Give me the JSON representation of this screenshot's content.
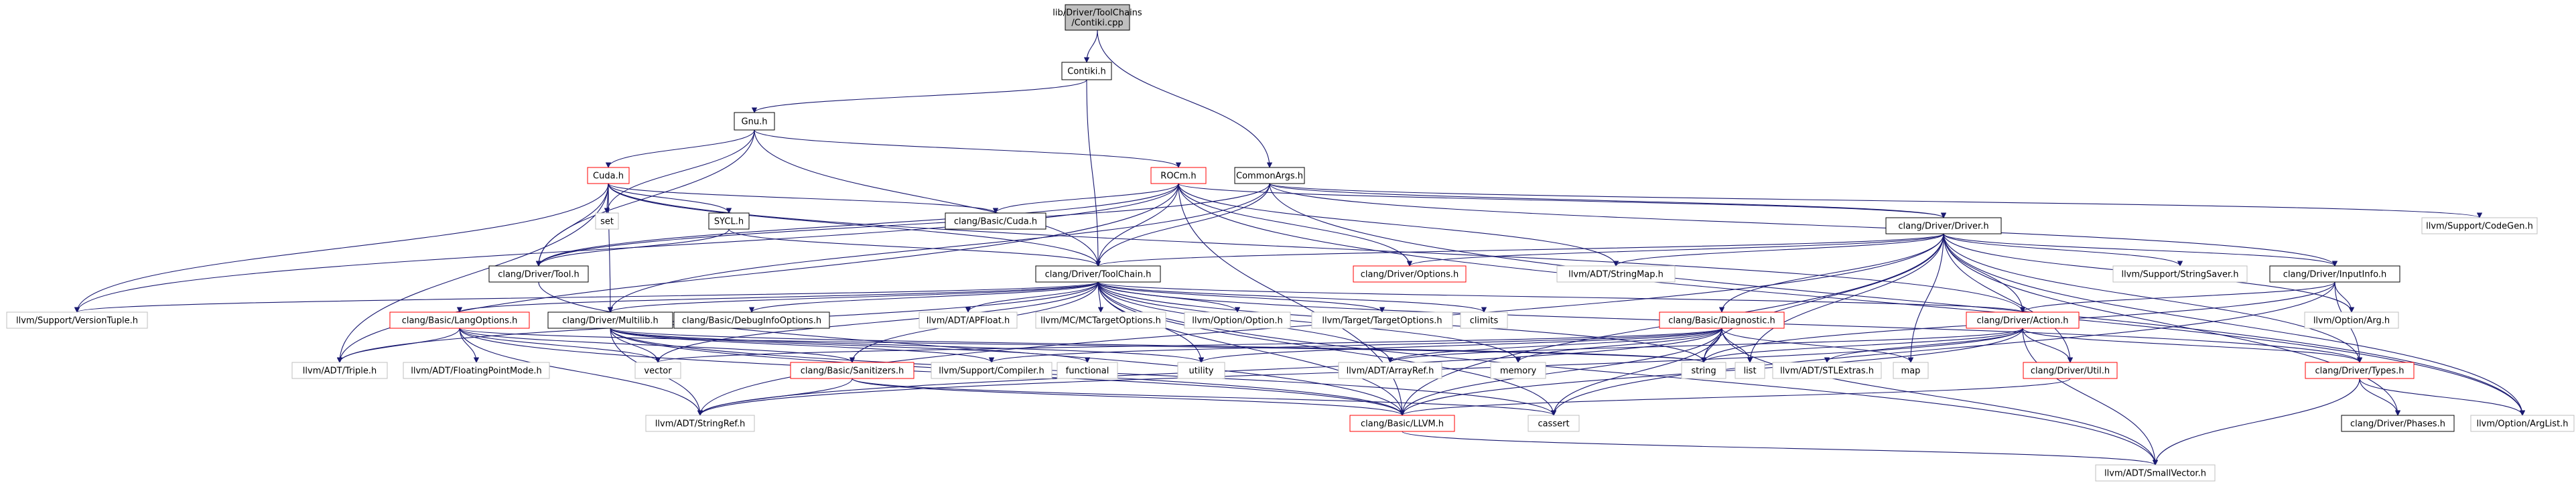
{
  "nodes": [
    {
      "id": "contiki_cpp",
      "lines": [
        "lib/Driver/ToolChains",
        "/Contiki.cpp"
      ],
      "style": "root"
    },
    {
      "id": "contiki_h",
      "lines": [
        "Contiki.h"
      ],
      "style": "normal"
    },
    {
      "id": "gnu_h",
      "lines": [
        "Gnu.h"
      ],
      "style": "normal"
    },
    {
      "id": "rocm_h",
      "lines": [
        "ROCm.h"
      ],
      "style": "truncated"
    },
    {
      "id": "commonargs_h",
      "lines": [
        "CommonArgs.h"
      ],
      "style": "normal"
    },
    {
      "id": "cuda_h",
      "lines": [
        "Cuda.h"
      ],
      "style": "truncated"
    },
    {
      "id": "set",
      "lines": [
        "set"
      ],
      "style": "external"
    },
    {
      "id": "sycl_h",
      "lines": [
        "SYCL.h"
      ],
      "style": "normal"
    },
    {
      "id": "basic_cuda_h",
      "lines": [
        "clang/Basic/Cuda.h"
      ],
      "style": "normal"
    },
    {
      "id": "driver_h",
      "lines": [
        "clang/Driver/Driver.h"
      ],
      "style": "normal"
    },
    {
      "id": "codegen_h",
      "lines": [
        "llvm/Support/CodeGen.h"
      ],
      "style": "external"
    },
    {
      "id": "tool_h",
      "lines": [
        "clang/Driver/Tool.h"
      ],
      "style": "normal"
    },
    {
      "id": "toolchain_h",
      "lines": [
        "clang/Driver/ToolChain.h"
      ],
      "style": "normal"
    },
    {
      "id": "options_h",
      "lines": [
        "clang/Driver/Options.h"
      ],
      "style": "truncated"
    },
    {
      "id": "stringmap_h",
      "lines": [
        "llvm/ADT/StringMap.h"
      ],
      "style": "external"
    },
    {
      "id": "stringsaver_h",
      "lines": [
        "llvm/Support/StringSaver.h"
      ],
      "style": "external"
    },
    {
      "id": "inputinfo_h",
      "lines": [
        "clang/Driver/InputInfo.h"
      ],
      "style": "normal"
    },
    {
      "id": "versiontuple_h",
      "lines": [
        "llvm/Support/VersionTuple.h"
      ],
      "style": "external"
    },
    {
      "id": "langoptions_h",
      "lines": [
        "clang/Basic/LangOptions.h"
      ],
      "style": "truncated"
    },
    {
      "id": "multilib_h",
      "lines": [
        "clang/Driver/Multilib.h"
      ],
      "style": "normal"
    },
    {
      "id": "debuginfo_h",
      "lines": [
        "clang/Basic/DebugInfoOptions.h"
      ],
      "style": "normal"
    },
    {
      "id": "apfloat_h",
      "lines": [
        "llvm/ADT/APFloat.h"
      ],
      "style": "external"
    },
    {
      "id": "mctarget_h",
      "lines": [
        "llvm/MC/MCTargetOptions.h"
      ],
      "style": "external"
    },
    {
      "id": "option_h",
      "lines": [
        "llvm/Option/Option.h"
      ],
      "style": "external"
    },
    {
      "id": "targetopts_h",
      "lines": [
        "llvm/Target/TargetOptions.h"
      ],
      "style": "external"
    },
    {
      "id": "climits",
      "lines": [
        "climits"
      ],
      "style": "external"
    },
    {
      "id": "diagnostic_h",
      "lines": [
        "clang/Basic/Diagnostic.h"
      ],
      "style": "truncated"
    },
    {
      "id": "action_h",
      "lines": [
        "clang/Driver/Action.h"
      ],
      "style": "truncated"
    },
    {
      "id": "arg_h",
      "lines": [
        "llvm/Option/Arg.h"
      ],
      "style": "external"
    },
    {
      "id": "triple_h",
      "lines": [
        "llvm/ADT/Triple.h"
      ],
      "style": "external"
    },
    {
      "id": "floatingpoint_h",
      "lines": [
        "llvm/ADT/FloatingPointMode.h"
      ],
      "style": "external"
    },
    {
      "id": "vector",
      "lines": [
        "vector"
      ],
      "style": "external"
    },
    {
      "id": "sanitizers_h",
      "lines": [
        "clang/Basic/Sanitizers.h"
      ],
      "style": "truncated"
    },
    {
      "id": "compiler_h",
      "lines": [
        "llvm/Support/Compiler.h"
      ],
      "style": "external"
    },
    {
      "id": "functional",
      "lines": [
        "functional"
      ],
      "style": "external"
    },
    {
      "id": "utility",
      "lines": [
        "utility"
      ],
      "style": "external"
    },
    {
      "id": "arrayref_h",
      "lines": [
        "llvm/ADT/ArrayRef.h"
      ],
      "style": "external"
    },
    {
      "id": "memory",
      "lines": [
        "memory"
      ],
      "style": "external"
    },
    {
      "id": "string",
      "lines": [
        "string"
      ],
      "style": "external"
    },
    {
      "id": "list",
      "lines": [
        "list"
      ],
      "style": "external"
    },
    {
      "id": "stlextras_h",
      "lines": [
        "llvm/ADT/STLExtras.h"
      ],
      "style": "external"
    },
    {
      "id": "map",
      "lines": [
        "map"
      ],
      "style": "external"
    },
    {
      "id": "util_h",
      "lines": [
        "clang/Driver/Util.h"
      ],
      "style": "truncated"
    },
    {
      "id": "types_h",
      "lines": [
        "clang/Driver/Types.h"
      ],
      "style": "truncated"
    },
    {
      "id": "stringref_h",
      "lines": [
        "llvm/ADT/StringRef.h"
      ],
      "style": "external"
    },
    {
      "id": "cassert",
      "lines": [
        "cassert"
      ],
      "style": "external"
    },
    {
      "id": "llvm_h",
      "lines": [
        "clang/Basic/LLVM.h"
      ],
      "style": "truncated"
    },
    {
      "id": "phases_h",
      "lines": [
        "clang/Driver/Phases.h"
      ],
      "style": "normal"
    },
    {
      "id": "arglist_h",
      "lines": [
        "llvm/Option/ArgList.h"
      ],
      "style": "external"
    },
    {
      "id": "smallvector_h",
      "lines": [
        "llvm/ADT/SmallVector.h"
      ],
      "style": "external"
    }
  ],
  "edges": [
    [
      "contiki_cpp",
      "contiki_h"
    ],
    [
      "contiki_cpp",
      "commonargs_h"
    ],
    [
      "contiki_h",
      "gnu_h"
    ],
    [
      "contiki_h",
      "toolchain_h"
    ],
    [
      "gnu_h",
      "cuda_h"
    ],
    [
      "gnu_h",
      "rocm_h"
    ],
    [
      "gnu_h",
      "set"
    ],
    [
      "gnu_h",
      "tool_h"
    ],
    [
      "gnu_h",
      "toolchain_h"
    ],
    [
      "cuda_h",
      "basic_cuda_h"
    ],
    [
      "cuda_h",
      "set"
    ],
    [
      "cuda_h",
      "sycl_h"
    ],
    [
      "cuda_h",
      "tool_h"
    ],
    [
      "cuda_h",
      "toolchain_h"
    ],
    [
      "cuda_h",
      "multilib_h"
    ],
    [
      "cuda_h",
      "versiontuple_h"
    ],
    [
      "cuda_h",
      "triple_h"
    ],
    [
      "cuda_h",
      "action_h"
    ],
    [
      "rocm_h",
      "basic_cuda_h"
    ],
    [
      "rocm_h",
      "driver_h"
    ],
    [
      "rocm_h",
      "options_h"
    ],
    [
      "rocm_h",
      "stringmap_h"
    ],
    [
      "rocm_h",
      "toolchain_h"
    ],
    [
      "rocm_h",
      "versiontuple_h"
    ],
    [
      "rocm_h",
      "tool_h"
    ],
    [
      "rocm_h",
      "llvm_h"
    ],
    [
      "rocm_h",
      "arglist_h"
    ],
    [
      "rocm_h",
      "triple_h"
    ],
    [
      "commonargs_h",
      "driver_h"
    ],
    [
      "commonargs_h",
      "inputinfo_h"
    ],
    [
      "commonargs_h",
      "multilib_h"
    ],
    [
      "commonargs_h",
      "tool_h"
    ],
    [
      "commonargs_h",
      "toolchain_h"
    ],
    [
      "commonargs_h",
      "codegen_h"
    ],
    [
      "commonargs_h",
      "arglist_h"
    ],
    [
      "sycl_h",
      "tool_h"
    ],
    [
      "sycl_h",
      "toolchain_h"
    ],
    [
      "tool_h",
      "llvm_h"
    ],
    [
      "driver_h",
      "toolchain_h"
    ],
    [
      "driver_h",
      "options_h"
    ],
    [
      "driver_h",
      "stringmap_h"
    ],
    [
      "driver_h",
      "stringsaver_h"
    ],
    [
      "driver_h",
      "inputinfo_h"
    ],
    [
      "driver_h",
      "diagnostic_h"
    ],
    [
      "driver_h",
      "action_h"
    ],
    [
      "driver_h",
      "arg_h"
    ],
    [
      "driver_h",
      "types_h"
    ],
    [
      "driver_h",
      "phases_h"
    ],
    [
      "driver_h",
      "arglist_h"
    ],
    [
      "driver_h",
      "util_h"
    ],
    [
      "driver_h",
      "llvm_h"
    ],
    [
      "driver_h",
      "list"
    ],
    [
      "driver_h",
      "map"
    ],
    [
      "driver_h",
      "string"
    ],
    [
      "driver_h",
      "stringref_h"
    ],
    [
      "toolchain_h",
      "versiontuple_h"
    ],
    [
      "toolchain_h",
      "langoptions_h"
    ],
    [
      "toolchain_h",
      "multilib_h"
    ],
    [
      "toolchain_h",
      "debuginfo_h"
    ],
    [
      "toolchain_h",
      "apfloat_h"
    ],
    [
      "toolchain_h",
      "mctarget_h"
    ],
    [
      "toolchain_h",
      "option_h"
    ],
    [
      "toolchain_h",
      "targetopts_h"
    ],
    [
      "toolchain_h",
      "climits"
    ],
    [
      "toolchain_h",
      "action_h"
    ],
    [
      "toolchain_h",
      "sanitizers_h"
    ],
    [
      "toolchain_h",
      "triple_h"
    ],
    [
      "toolchain_h",
      "llvm_h"
    ],
    [
      "toolchain_h",
      "types_h"
    ],
    [
      "toolchain_h",
      "memory"
    ],
    [
      "toolchain_h",
      "string"
    ],
    [
      "toolchain_h",
      "utility"
    ],
    [
      "toolchain_h",
      "vector"
    ],
    [
      "toolchain_h",
      "arrayref_h"
    ],
    [
      "toolchain_h",
      "cassert"
    ],
    [
      "toolchain_h",
      "smallvector_h"
    ],
    [
      "inputinfo_h",
      "action_h"
    ],
    [
      "inputinfo_h",
      "types_h"
    ],
    [
      "inputinfo_h",
      "arg_h"
    ],
    [
      "inputinfo_h",
      "string"
    ],
    [
      "inputinfo_h",
      "cassert"
    ],
    [
      "langoptions_h",
      "triple_h"
    ],
    [
      "langoptions_h",
      "floatingpoint_h"
    ],
    [
      "langoptions_h",
      "vector"
    ],
    [
      "langoptions_h",
      "sanitizers_h"
    ],
    [
      "langoptions_h",
      "stringref_h"
    ],
    [
      "langoptions_h",
      "string"
    ],
    [
      "langoptions_h",
      "llvm_h"
    ],
    [
      "multilib_h",
      "vector"
    ],
    [
      "multilib_h",
      "functional"
    ],
    [
      "multilib_h",
      "stringref_h"
    ],
    [
      "multilib_h",
      "compiler_h"
    ],
    [
      "multilib_h",
      "llvm_h"
    ],
    [
      "multilib_h",
      "string"
    ],
    [
      "multilib_h",
      "utility"
    ],
    [
      "multilib_h",
      "cassert"
    ],
    [
      "diagnostic_h",
      "utility"
    ],
    [
      "diagnostic_h",
      "arrayref_h"
    ],
    [
      "diagnostic_h",
      "memory"
    ],
    [
      "diagnostic_h",
      "string"
    ],
    [
      "diagnostic_h",
      "list"
    ],
    [
      "diagnostic_h",
      "map"
    ],
    [
      "diagnostic_h",
      "vector"
    ],
    [
      "diagnostic_h",
      "cassert"
    ],
    [
      "diagnostic_h",
      "stringref_h"
    ],
    [
      "diagnostic_h",
      "compiler_h"
    ],
    [
      "diagnostic_h",
      "smallvector_h"
    ],
    [
      "diagnostic_h",
      "llvm_h"
    ],
    [
      "action_h",
      "util_h"
    ],
    [
      "action_h",
      "types_h"
    ],
    [
      "action_h",
      "stlextras_h"
    ],
    [
      "action_h",
      "string"
    ],
    [
      "action_h",
      "arrayref_h"
    ],
    [
      "action_h",
      "stringref_h"
    ],
    [
      "action_h",
      "llvm_h"
    ],
    [
      "action_h",
      "smallvector_h"
    ],
    [
      "sanitizers_h",
      "llvm_h"
    ],
    [
      "sanitizers_h",
      "stringref_h"
    ],
    [
      "sanitizers_h",
      "cassert"
    ],
    [
      "util_h",
      "llvm_h"
    ],
    [
      "types_h",
      "phases_h"
    ],
    [
      "types_h",
      "arglist_h"
    ],
    [
      "types_h",
      "smallvector_h"
    ],
    [
      "llvm_h",
      "smallvector_h"
    ]
  ]
}
